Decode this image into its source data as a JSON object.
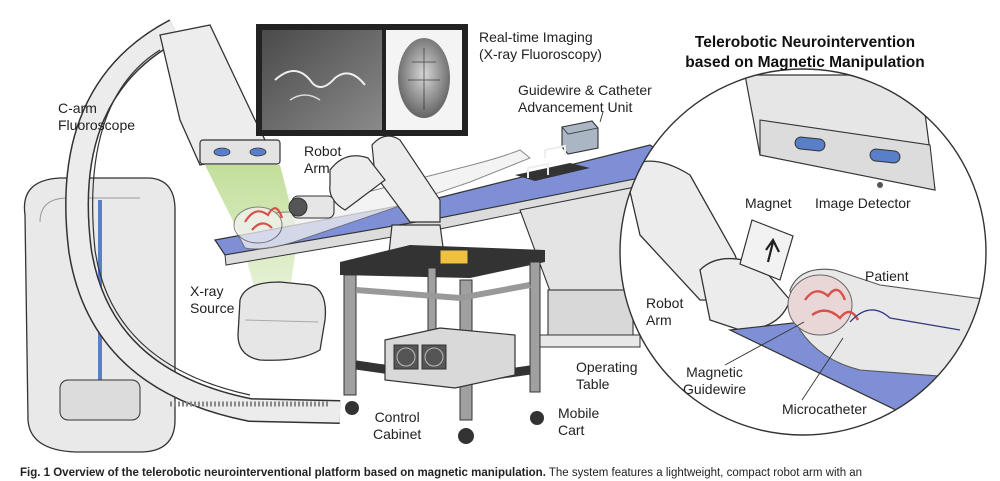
{
  "labels": {
    "c_arm": [
      "C-arm",
      "Fluoroscope"
    ],
    "imaging": [
      "Real-time Imaging",
      "(X-ray Fluoroscopy)"
    ],
    "advancement": [
      "Guidewire & Catheter",
      "Advancement Unit"
    ],
    "robot_arm": [
      "Robot",
      "Arm"
    ],
    "xray_source": [
      "X-ray",
      "Source"
    ],
    "operating_table": [
      "Operating",
      "Table"
    ],
    "mobile_cart": [
      "Mobile",
      "Cart"
    ],
    "control_cabinet": [
      "Control",
      "Cabinet"
    ],
    "inset_title": [
      "Telerobotic Neurointervention",
      "based on Magnetic Manipulation"
    ],
    "magnet": "Magnet",
    "image_detector": "Image Detector",
    "patient": "Patient",
    "inset_robot_arm": [
      "Robot",
      "Arm"
    ],
    "magnetic_guidewire": [
      "Magnetic",
      "Guidewire"
    ],
    "microcatheter": "Microcatheter"
  },
  "caption": {
    "bold": "Fig. 1  Overview of the telerobotic neurointerventional platform based on magnetic manipulation.",
    "rest": " The system features a lightweight, compact robot arm with an"
  },
  "colors": {
    "table": "#7f8fd6",
    "vessels": "#d9504a",
    "beam": "#b8d98a",
    "device_gray": "#e6e6e6",
    "accent_blue": "#5a7fc9"
  },
  "icons": [
    "arrow-up-icon"
  ]
}
